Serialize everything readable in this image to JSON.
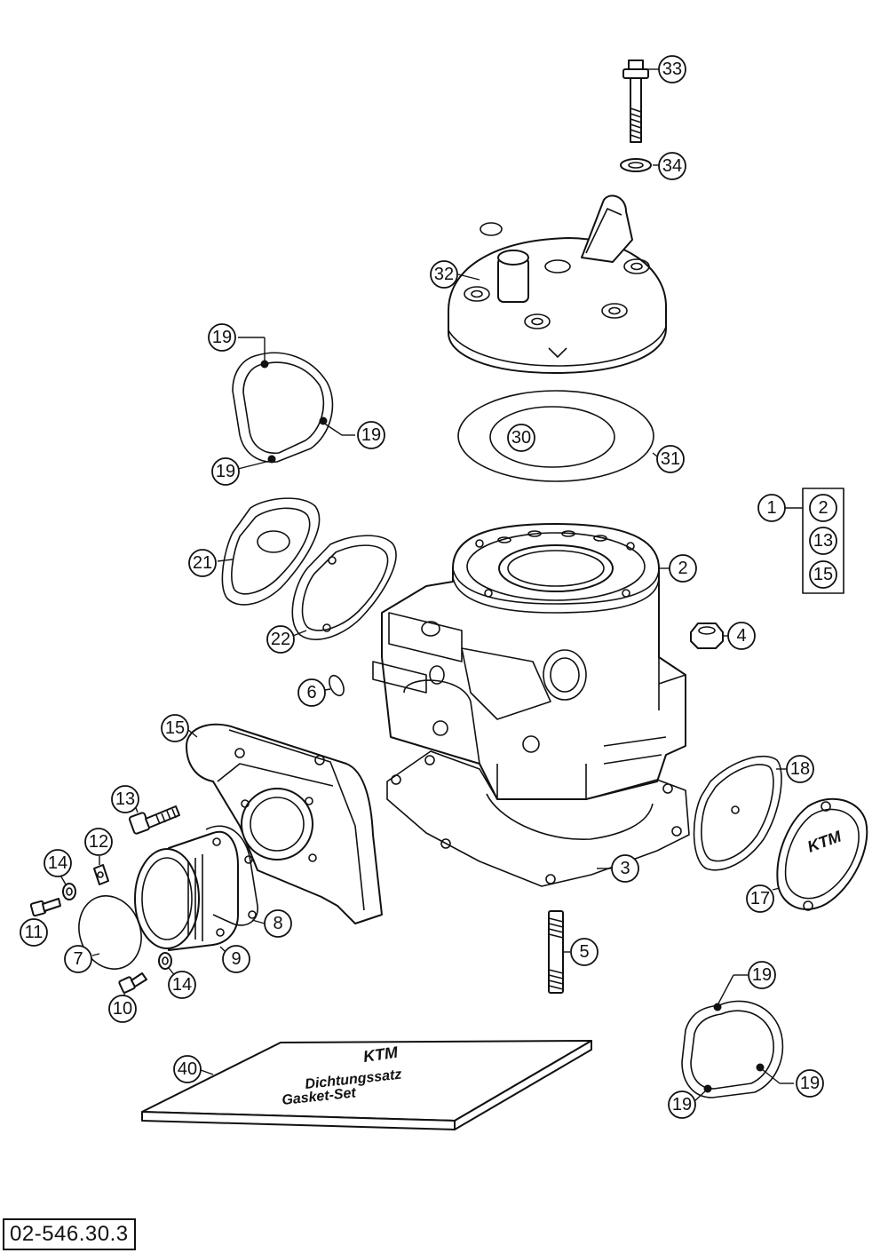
{
  "diagram": {
    "drawing_number": "02-546.30.3",
    "callouts": [
      "1",
      "2",
      "13",
      "15",
      "2",
      "3",
      "4",
      "5",
      "6",
      "7",
      "8",
      "9",
      "10",
      "11",
      "12",
      "13",
      "14",
      "14",
      "15",
      "17",
      "18",
      "19",
      "19",
      "19",
      "19",
      "19",
      "19",
      "21",
      "22",
      "30",
      "31",
      "32",
      "33",
      "34",
      "40"
    ],
    "gasket_kit_text": [
      "Dichtungssatz",
      "Gasket-Set"
    ],
    "brand_logo": "KTM",
    "cover_logo": "KTM"
  }
}
